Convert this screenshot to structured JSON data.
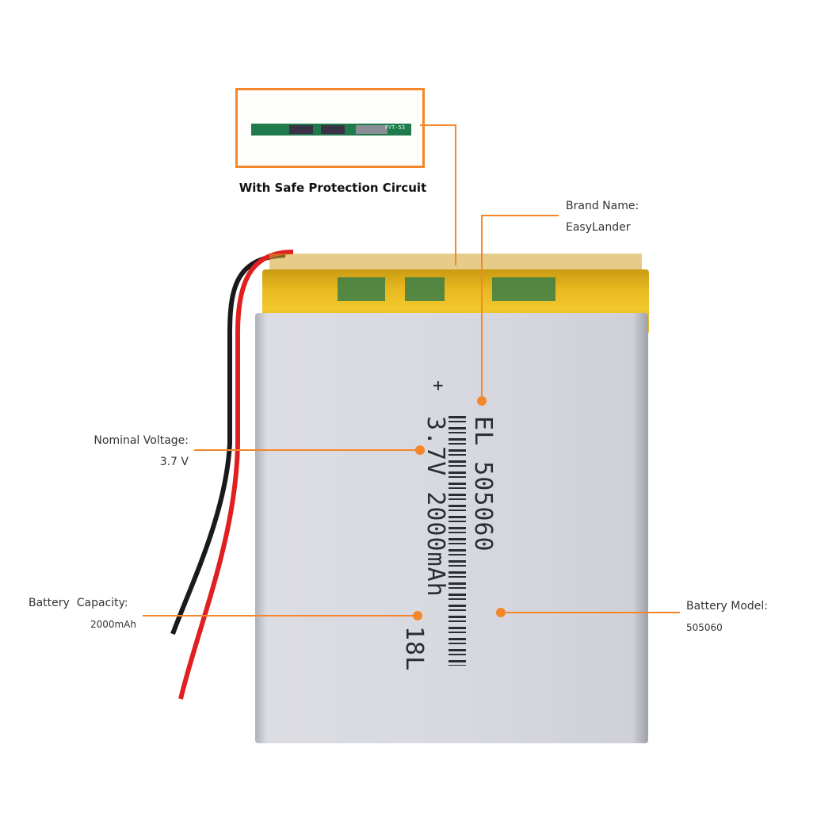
{
  "inset": {
    "pcb_marking": "FYT-53",
    "caption": "With Safe Protection Circuit"
  },
  "callouts": {
    "brand": {
      "label": "Brand Name:",
      "value": "EasyLander"
    },
    "voltage": {
      "label": "Nominal Voltage:",
      "value": "3.7 V"
    },
    "capacity": {
      "label": "Battery  Capacity:",
      "value": "2000mAh"
    },
    "model": {
      "label": "Battery Model:",
      "value": "505060"
    }
  },
  "battery_print": {
    "plus": "+",
    "line1": "EL   505060",
    "line2": "3.7V  2000mAh",
    "line3": "18L"
  },
  "colors": {
    "accent": "#f5862a",
    "pcb": "#1f7a4c",
    "wire_red": "#e02020",
    "wire_black": "#1a1a1a"
  }
}
